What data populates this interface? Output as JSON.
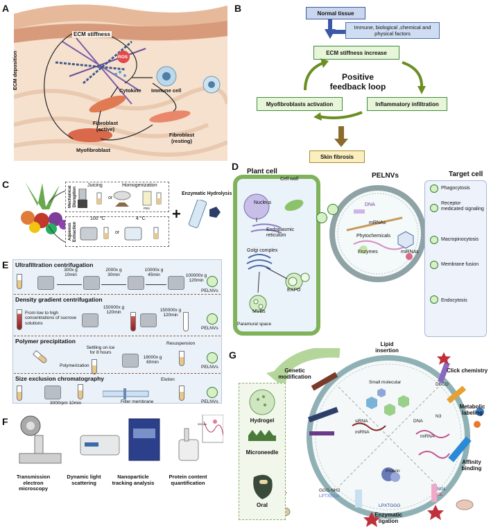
{
  "panels": {
    "A": "A",
    "B": "B",
    "C": "C",
    "D": "D",
    "E": "E",
    "F": "F",
    "G": "G"
  },
  "panel_a": {
    "ecm_stiffness": "ECM stiffness",
    "ros": "ROS",
    "cytokine": "Cytokine",
    "immune_cell": "Immune cell",
    "ecm_deposition": "ECM deposition",
    "fibroblast_active": "Fibroblast (active)",
    "fibroblast_resting": "Fibroblast (resting)",
    "myofibroblast": "Myofibroblast"
  },
  "panel_b": {
    "normal_tissue": "Normal tissue",
    "factors": "Immune, biological ,chemical and physical factors",
    "ecm_increase": "ECM stiffness increase",
    "loop": "Positive feedback loop",
    "myo_activation": "Myofibroblasts activation",
    "inflammatory": "Inflammatory infiltration",
    "skin_fibrosis": "Skin fibrosis"
  },
  "panel_c": {
    "juicing": "Juicing",
    "homogenization": "Homogenization",
    "or1": "or",
    "or2": "or",
    "pbs": "PBS",
    "mechanical": "Mechanical Disruption",
    "temp100": "100 °C",
    "temp4": "4 °C",
    "aqueous": "Aqueous Extraction",
    "plus": "+",
    "enzymatic": "Enzymatic Hydrolysis"
  },
  "panel_d": {
    "plant_cell": "Plant cell",
    "cell_wall": "Cell wall",
    "nucleus": "Nucleus",
    "er": "Endoplasmic reticulum",
    "golgi": "Golgi complex",
    "expo": "EXPO",
    "mvbs": "MVBs",
    "paramural": "Paramural space",
    "pelnvs": "PELNVs",
    "dna": "DNA",
    "mrnas": "mRNAs",
    "phyto": "Phytochemicals",
    "enzymes": "Enzymes",
    "mirnas": "miRNAs",
    "target_cell": "Target cell",
    "uptake": [
      "Phagocytosis",
      "Receptor medicated signaling",
      "Macropinocytosis",
      "Membrane fusion",
      "Endocytosis"
    ]
  },
  "panel_e": {
    "ultra_title": "Ultrafiltration centrifugation",
    "ultra_steps": [
      "300x g 10min",
      "2000x g 30min",
      "10000x g 45min",
      "100000x g 120min"
    ],
    "pelnvs": "PELNVs",
    "density_title": "Density gradient centrifugation",
    "density_desc": "From low to high concentrations of sucrose solutions",
    "density_steps": [
      "150000x g 120min",
      "150000x g 120min"
    ],
    "polymer_title": "Polymer precipitation",
    "settling": "Settling on ice for 8 hours",
    "resuspension": "Resuspension",
    "polymerization": "Polymerization",
    "polymer_step": "18000x g 60min",
    "size_title": "Size exclusion chromatography",
    "size_step": "3000rpm 10min",
    "elution": "Elution",
    "filter": "Filter membrane"
  },
  "panel_f": {
    "items": [
      "Transmission electron microscopy",
      "Dynamic light scattering",
      "Nanoparticle tracking analysis",
      "Protein content quantification"
    ],
    "nm": "300 nm"
  },
  "panel_g": {
    "genetic": "Genetic modification",
    "lipid": "Lipid insertion",
    "click": "Click chemistry",
    "dbco": "DBCO",
    "metabolic": "Metabolic labeling",
    "n3": "N3",
    "affinity": "Affinity binding",
    "ngl": "NGL",
    "gl": "GL",
    "enzymatic": "Enzymatic ligation",
    "lpxtggg": "LPXTGGG",
    "ggg": "GGG-NH2",
    "lptx": "LPTX(G)n",
    "small": "Small molecular",
    "sirna": "siRNA",
    "mirna1": "miRNA",
    "mirna2": "miRNA",
    "dna": "DNA",
    "protein": "Protein",
    "hydrogel": "Hydrogel",
    "microneedle": "Microneedle",
    "oral": "Oral"
  }
}
